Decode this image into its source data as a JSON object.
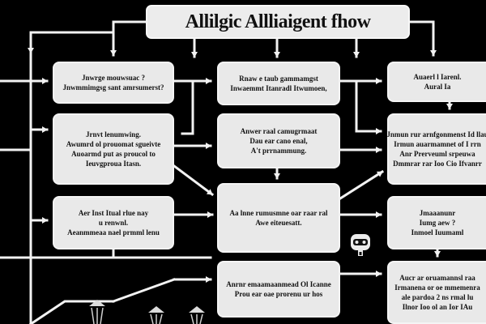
{
  "title": "Allilgic Allliaigent fhow",
  "nodes": [
    {
      "id": "n1",
      "lines": [
        "Jnwrge mouwsuac ?",
        "Jnwmmimgsg sant amrsumerst?"
      ]
    },
    {
      "id": "n2",
      "lines": [
        "Jrnvt lenumwing.",
        "Awumrd ol prouomat sgueivte",
        "Auoarmd put as proucol to",
        "Ieuvgproua Itasn."
      ]
    },
    {
      "id": "n3",
      "lines": [
        "Aer Inst Itual rlue nay",
        "u renwnl.",
        "Aeanmmeaa nael prmml lenu"
      ]
    },
    {
      "id": "n4",
      "lines": [
        "Rnaw e taub gammamgst",
        "Inwaemmt Itanradl Itwumoen,"
      ]
    },
    {
      "id": "n5",
      "lines": [
        "Anwer raal camugrmaat",
        "Dau ear cano enal,",
        "A't prrnammung."
      ]
    },
    {
      "id": "n6",
      "lines": [
        "Aa lnne rumusmne oar raar ral",
        "Awe eiteuesatt."
      ]
    },
    {
      "id": "n7",
      "lines": [
        "Anrnr emaamaanmead Ol Icanne",
        "Prou ear oae prorenu ur hos"
      ]
    },
    {
      "id": "n8",
      "lines": [
        "Auaerl l Iarenl.",
        "Aural Ia"
      ]
    },
    {
      "id": "n9",
      "lines": [
        "Jnmun rur arnfgonmenst Id llau",
        "Irmun auarmamnet of I rrn",
        "Anr Prerveuml srpeuwa",
        "Dmmrar rar Ioo Cio Ifvanrr"
      ]
    },
    {
      "id": "n10",
      "lines": [
        "Jmaaanunr",
        "Iumg aew ?",
        "Inmoel Iuumaml"
      ]
    },
    {
      "id": "n11",
      "lines": [
        "Aucr ar oruamannsl raa",
        "Irmanena or oe mmemenra",
        "ale pardoa 2 ns rmal lu",
        "Ilnor Ioo ol an Ior IAu"
      ]
    }
  ]
}
